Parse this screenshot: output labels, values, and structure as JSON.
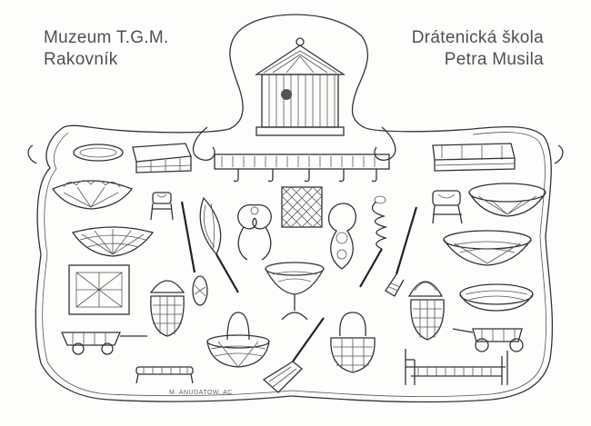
{
  "header_left": {
    "line1": "Muzeum T.G.M.",
    "line2": "Rakovník"
  },
  "header_right": {
    "line1": "Drátenická škola",
    "line2": "Petra Musila"
  },
  "signature": "M. ANUDATOW. AC",
  "ink_color": "#333333",
  "paper_color": "#fdfdfb",
  "items": [
    "birdcage",
    "wall-shelf-with-hooks",
    "oval-tray",
    "square-box-left",
    "fan-bowl",
    "chair-left",
    "basket-bowl-left",
    "whisk",
    "rug-beater",
    "scroll-hook-left",
    "grid-panel",
    "scroll-hook-right",
    "spiral-whisk",
    "spatula",
    "square-box-right",
    "chair-right",
    "round-bowl-right",
    "oval-bowl-right",
    "square-tray",
    "covered-basket-left",
    "fruit-stand",
    "handle-basket",
    "dustpan",
    "market-basket",
    "covered-basket-right",
    "toy-cart-left",
    "toy-cart-right",
    "stand-rack",
    "bed-frame",
    "oval-dish-right"
  ]
}
